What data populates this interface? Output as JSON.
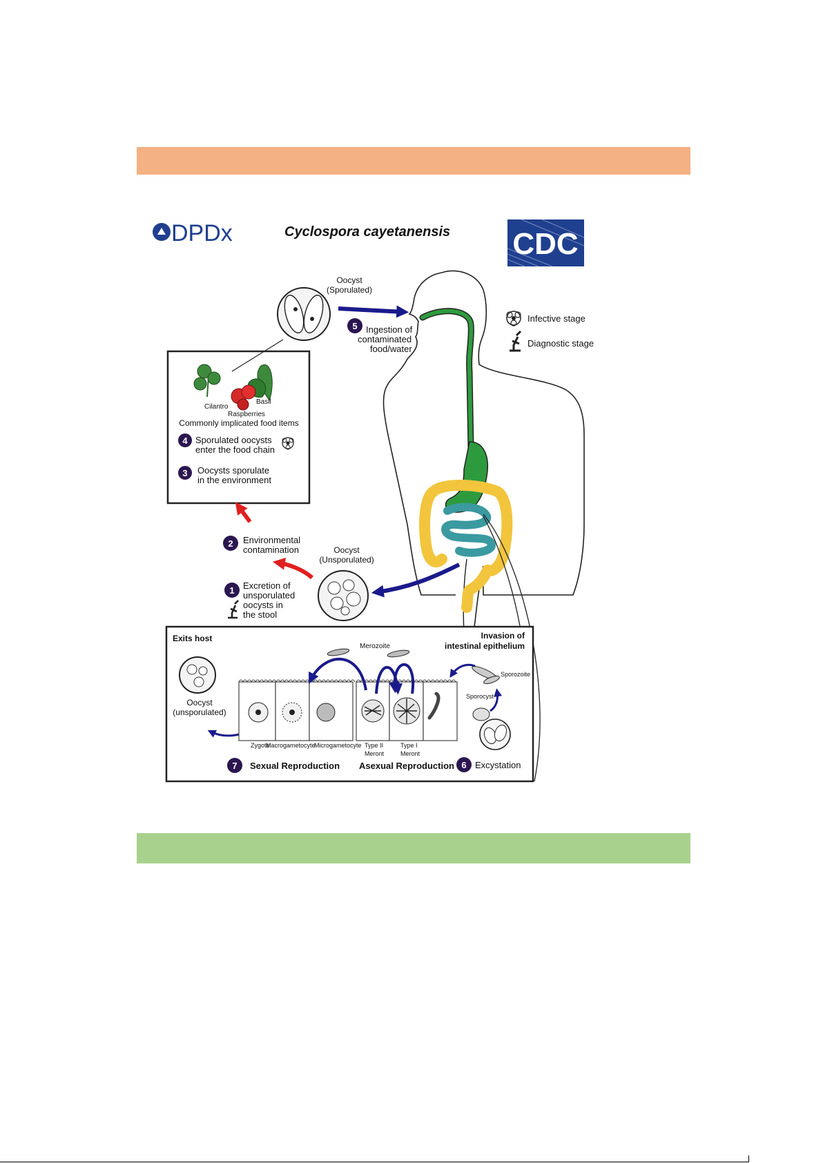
{
  "colors": {
    "band_top": "#f4b183",
    "band_bottom": "#a9d18e",
    "step_circle": "#2b1650",
    "arrow_blue": "#1a1a8c",
    "arrow_red": "#e02020",
    "gut_green": "#2e9a3e",
    "gut_teal": "#3a9aa0",
    "gut_yellow": "#f2c53d",
    "cdc_blue": "#1f3f8f"
  },
  "header": {
    "dpdx_logo": "DPDx",
    "title": "Cyclospora cayetanensis",
    "cdc_logo": "CDC"
  },
  "legend": {
    "infective": "Infective stage",
    "diagnostic": "Diagnostic stage",
    "infective_icon": "biohazard-icon",
    "diagnostic_icon": "microscope-icon"
  },
  "oocyst_sporulated": {
    "line1": "Oocyst",
    "line2": "(Sporulated)"
  },
  "oocyst_unsporulated": {
    "line1": "Oocyst",
    "line2": "(Unsporulated)"
  },
  "steps": {
    "s1": {
      "num": "1",
      "line1": "Excretion of",
      "line2": "unsporulated",
      "line3": "oocysts in",
      "line4": "the stool"
    },
    "s2": {
      "num": "2",
      "line1": "Environmental",
      "line2": "contamination"
    },
    "s3": {
      "num": "3",
      "line1": "Oocysts sporulate",
      "line2": "in the environment"
    },
    "s4": {
      "num": "4",
      "line1": "Sporulated oocysts",
      "line2": "enter the food chain"
    },
    "s5": {
      "num": "5",
      "line1": "Ingestion of",
      "line2": "contaminated",
      "line3": "food/water"
    },
    "s6": {
      "num": "6",
      "label": "Excystation"
    },
    "s7": {
      "num": "7",
      "label": "Sexual Reproduction"
    }
  },
  "food": {
    "cilantro": "Cilantro",
    "basil": "Basil",
    "raspberries": "Raspberries",
    "caption": "Commonly implicated food items"
  },
  "intestine": {
    "exits_host": "Exits host",
    "oocyst_line1": "Oocyst",
    "oocyst_line2": "(unsporulated)",
    "zygote": "Zygote",
    "macrogametocyte": "Macrogametocyte",
    "microgametocyte": "Microgametocyte",
    "type2_line1": "Type II",
    "type2_line2": "Meront",
    "type1_line1": "Type I",
    "type1_line2": "Meront",
    "merozoite": "Merozoite",
    "invasion_line1": "Invasion of",
    "invasion_line2": "intestinal epithelium",
    "sporozoite": "Sporozoite",
    "sporocyst": "Sporocyst",
    "asexual": "Asexual Reproduction"
  }
}
